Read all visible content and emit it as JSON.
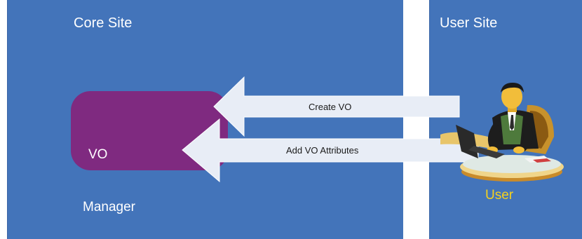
{
  "core_site": {
    "title": "Core Site"
  },
  "user_site": {
    "title": "User Site"
  },
  "vo_manager": {
    "line1": "VO",
    "line2": "Manager"
  },
  "arrows": [
    {
      "label": "Create VO"
    },
    {
      "label": "Add VO Attributes"
    }
  ],
  "user": {
    "label": "User"
  },
  "colors": {
    "panel": "#4374ba",
    "vo_manager": "#7f2a80",
    "arrow_fill": "#e8edf6",
    "user_label": "#f5d11c"
  }
}
